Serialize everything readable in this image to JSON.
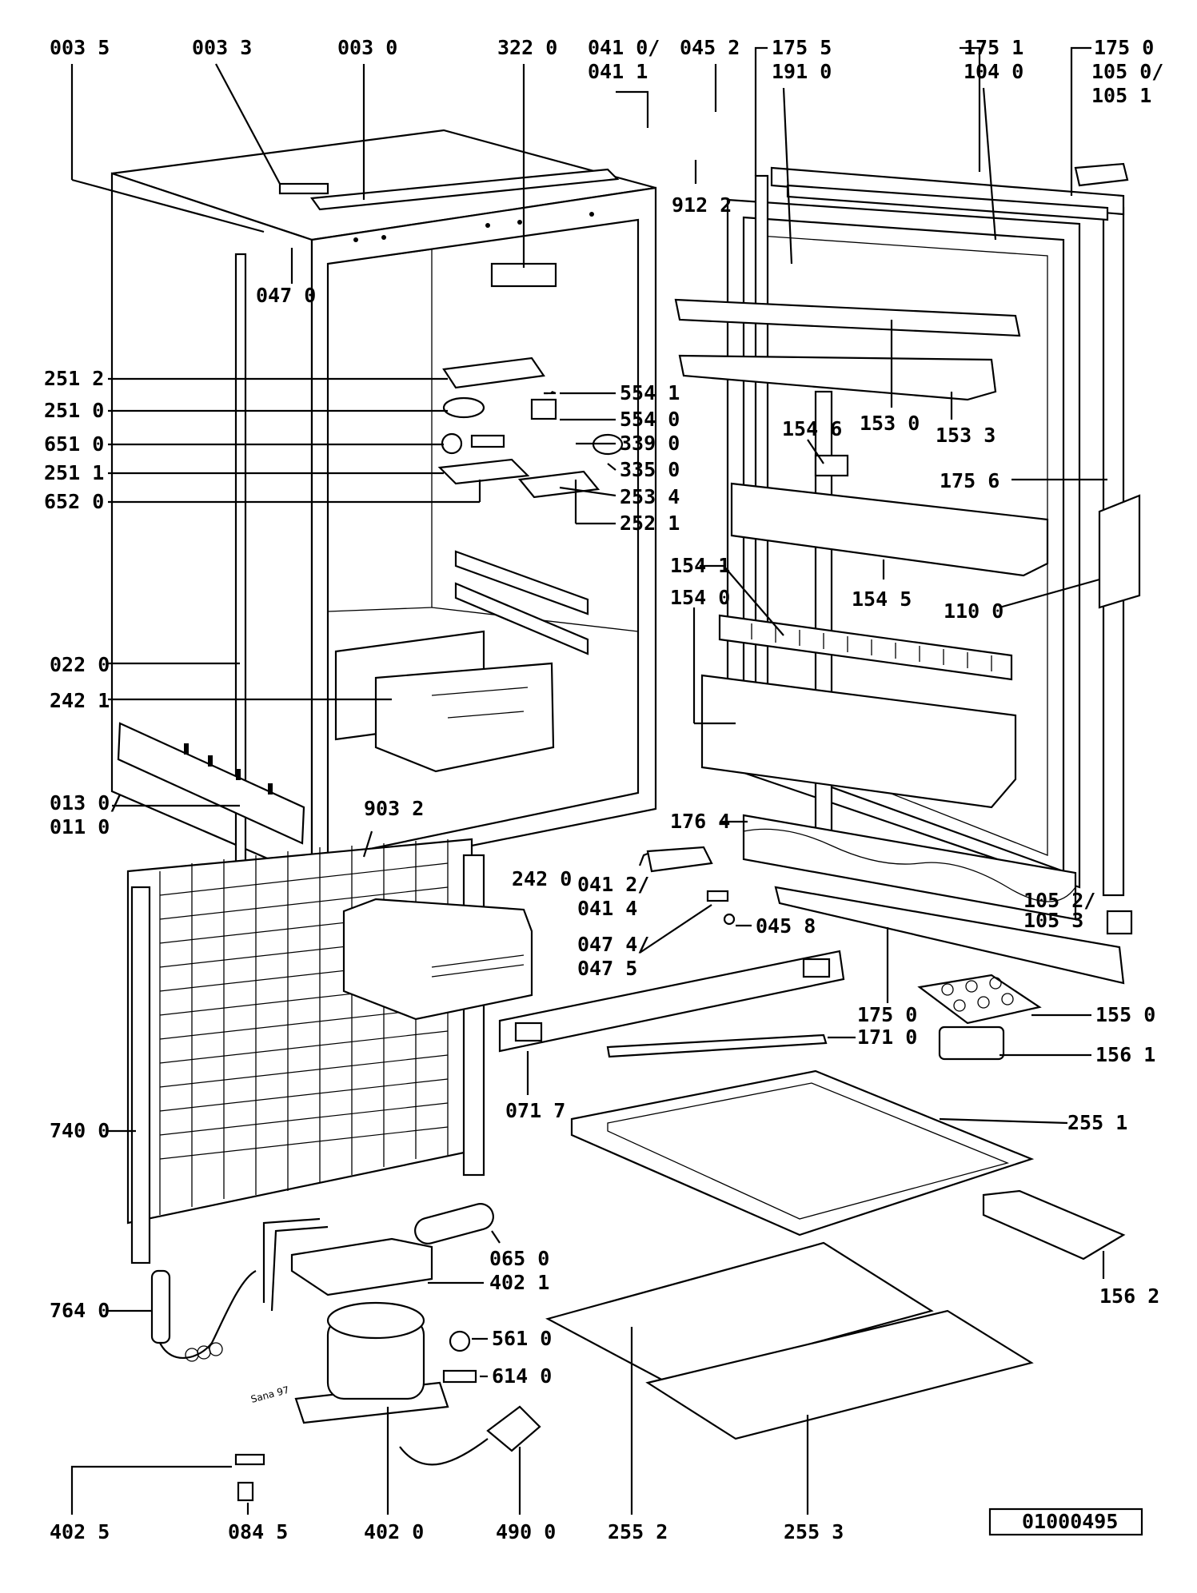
{
  "drawing": {
    "code": "01000495",
    "signature": "Sana 97"
  },
  "labels": {
    "l0035": "003 5",
    "l0033": "003 3",
    "l0030": "003 0",
    "l3220": "322 0",
    "l0410": "041 0/",
    "l0411": "041 1",
    "l0452": "045 2",
    "l9122": "912 2",
    "l1755": "175 5",
    "l1910": "191 0",
    "l1751": "175 1",
    "l1040": "104 0",
    "l1750t": "175 0",
    "l1050": "105 0/",
    "l1051": "105 1",
    "l0470": "047 0",
    "l2512": "251 2",
    "l2510": "251 0",
    "l6510": "651 0",
    "l2511": "251 1",
    "l6520": "652 0",
    "l5541": "554 1",
    "l5540": "554 0",
    "l3390": "339 0",
    "l3350": "335 0",
    "l2534": "253 4",
    "l2521": "252 1",
    "l1530": "153 0",
    "l1533": "153 3",
    "l1546": "154 6",
    "l1756": "175 6",
    "l1541": "154 1",
    "l1545": "154 5",
    "l1540": "154 0",
    "l1100": "110 0",
    "l0220": "022 0",
    "l2421": "242 1",
    "l0130": "013 0/",
    "l0110": "011 0",
    "l9032": "903 2",
    "l1764": "176 4",
    "l0412": "041 2/",
    "l0414": "041 4",
    "l2420": "242 0",
    "l1052": "105 2/",
    "l1053": "105 3",
    "l0474": "047 4/",
    "l0475": "047 5",
    "l0458": "045 8",
    "l1750b": "175 0",
    "l1550": "155 0",
    "l1710": "171 0",
    "l1561": "156 1",
    "l0717": "071 7",
    "l2551": "255 1",
    "l7400": "740 0",
    "l0650": "065 0",
    "l4021": "402 1",
    "l1562": "156 2",
    "l7640": "764 0",
    "l5610": "561 0",
    "l6140": "614 0",
    "l4025": "402 5",
    "l0845": "084 5",
    "l4020": "402 0",
    "l4900": "490 0",
    "l2552": "255 2",
    "l2553": "255 3"
  }
}
